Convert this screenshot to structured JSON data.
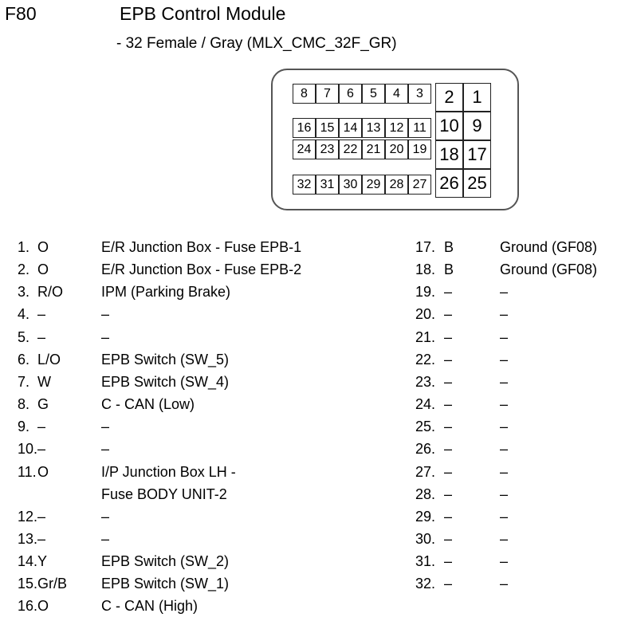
{
  "header": {
    "id": "F80",
    "title": "EPB Control Module",
    "subtitle": "- 32 Female / Gray (MLX_CMC_32F_GR)"
  },
  "connector": {
    "top_left_row": [
      "8",
      "7",
      "6",
      "5",
      "4",
      "3"
    ],
    "row2": [
      "16",
      "15",
      "14",
      "13",
      "12",
      "11"
    ],
    "row3": [
      "24",
      "23",
      "22",
      "21",
      "20",
      "19"
    ],
    "bottom_row": [
      "32",
      "31",
      "30",
      "29",
      "28",
      "27"
    ],
    "right_grid": [
      [
        "2",
        "1"
      ],
      [
        "10",
        "9"
      ],
      [
        "18",
        "17"
      ],
      [
        "26",
        "25"
      ]
    ]
  },
  "pins_left": [
    {
      "num": "1.",
      "color": "O",
      "desc": "E/R Junction Box - Fuse EPB-1"
    },
    {
      "num": "2.",
      "color": "O",
      "desc": "E/R Junction Box - Fuse EPB-2"
    },
    {
      "num": "3.",
      "color": "R/O",
      "desc": "IPM (Parking Brake)"
    },
    {
      "num": "4.",
      "color": "–",
      "desc": "–"
    },
    {
      "num": "5.",
      "color": "–",
      "desc": "–"
    },
    {
      "num": "6.",
      "color": "L/O",
      "desc": "EPB Switch (SW_5)"
    },
    {
      "num": "7.",
      "color": "W",
      "desc": "EPB Switch (SW_4)"
    },
    {
      "num": "8.",
      "color": "G",
      "desc": "C - CAN (Low)"
    },
    {
      "num": "9.",
      "color": "–",
      "desc": "–"
    },
    {
      "num": "10.",
      "color": "–",
      "desc": "–"
    },
    {
      "num": "11.",
      "color": "O",
      "desc": "I/P Junction Box LH -"
    },
    {
      "num": "",
      "color": "",
      "desc": "Fuse BODY UNIT-2"
    },
    {
      "num": "12.",
      "color": "–",
      "desc": "–"
    },
    {
      "num": "13.",
      "color": "–",
      "desc": "–"
    },
    {
      "num": "14.",
      "color": "Y",
      "desc": "EPB Switch (SW_2)"
    },
    {
      "num": "15.",
      "color": "Gr/B",
      "desc": "EPB Switch (SW_1)"
    },
    {
      "num": "16.",
      "color": "O",
      "desc": "C - CAN (High)"
    }
  ],
  "pins_right": [
    {
      "num": "17.",
      "color": "B",
      "desc": "Ground (GF08)"
    },
    {
      "num": "18.",
      "color": "B",
      "desc": "Ground (GF08)"
    },
    {
      "num": "19.",
      "color": "–",
      "desc": "–"
    },
    {
      "num": "20.",
      "color": "–",
      "desc": "–"
    },
    {
      "num": "21.",
      "color": "–",
      "desc": "–"
    },
    {
      "num": "22.",
      "color": "–",
      "desc": "–"
    },
    {
      "num": "23.",
      "color": "–",
      "desc": "–"
    },
    {
      "num": "24.",
      "color": "–",
      "desc": "–"
    },
    {
      "num": "25.",
      "color": "–",
      "desc": "–"
    },
    {
      "num": "26.",
      "color": "–",
      "desc": "–"
    },
    {
      "num": "27.",
      "color": "–",
      "desc": "–"
    },
    {
      "num": "28.",
      "color": "–",
      "desc": "–"
    },
    {
      "num": "29.",
      "color": "–",
      "desc": "–"
    },
    {
      "num": "30.",
      "color": "–",
      "desc": "–"
    },
    {
      "num": "31.",
      "color": "–",
      "desc": "–"
    },
    {
      "num": "32.",
      "color": "–",
      "desc": "–"
    }
  ]
}
